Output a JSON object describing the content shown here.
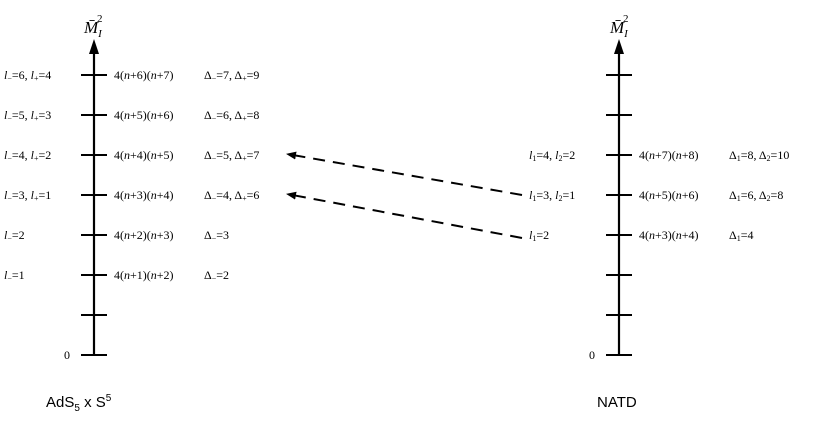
{
  "left_panel": {
    "axis_title": "M̄",
    "axis_title_sup": "2",
    "axis_title_sub": "I",
    "zero_label": "0",
    "footer_main": "AdS",
    "footer_sub": "5",
    "footer_mid": " x S",
    "footer_sup": "5",
    "levels": [
      {
        "quantum": [
          {
            "t": "l",
            "i": true
          },
          {
            "t": "−",
            "s": true
          },
          {
            "t": "=1"
          }
        ],
        "mass": "4(n+1)(n+2)",
        "dims": [
          {
            "t": "Δ"
          },
          {
            "t": "−",
            "s": true
          },
          {
            "t": "=2"
          }
        ]
      },
      {
        "quantum": [
          {
            "t": "l",
            "i": true
          },
          {
            "t": "−",
            "s": true
          },
          {
            "t": "=2"
          }
        ],
        "mass": "4(n+2)(n+3)",
        "dims": [
          {
            "t": "Δ"
          },
          {
            "t": "−",
            "s": true
          },
          {
            "t": "=3"
          }
        ]
      },
      {
        "quantum": [
          {
            "t": "l",
            "i": true
          },
          {
            "t": "−",
            "s": true
          },
          {
            "t": "=3,  "
          },
          {
            "t": "l",
            "i": true
          },
          {
            "t": "+",
            "s": true
          },
          {
            "t": "=1"
          }
        ],
        "mass": "4(n+3)(n+4)",
        "dims": [
          {
            "t": "Δ"
          },
          {
            "t": "−",
            "s": true
          },
          {
            "t": "=4,  "
          },
          {
            "t": "Δ"
          },
          {
            "t": "+",
            "s": true
          },
          {
            "t": "=6"
          }
        ]
      },
      {
        "quantum": [
          {
            "t": "l",
            "i": true
          },
          {
            "t": "−",
            "s": true
          },
          {
            "t": "=4,  "
          },
          {
            "t": "l",
            "i": true
          },
          {
            "t": "+",
            "s": true
          },
          {
            "t": "=2"
          }
        ],
        "mass": "4(n+4)(n+5)",
        "dims": [
          {
            "t": "Δ"
          },
          {
            "t": "−",
            "s": true
          },
          {
            "t": "=5,  "
          },
          {
            "t": "Δ"
          },
          {
            "t": "+",
            "s": true
          },
          {
            "t": "=7"
          }
        ]
      },
      {
        "quantum": [
          {
            "t": "l",
            "i": true
          },
          {
            "t": "−",
            "s": true
          },
          {
            "t": "=5,  "
          },
          {
            "t": "l",
            "i": true
          },
          {
            "t": "+",
            "s": true
          },
          {
            "t": "=3"
          }
        ],
        "mass": "4(n+5)(n+6)",
        "dims": [
          {
            "t": "Δ"
          },
          {
            "t": "−",
            "s": true
          },
          {
            "t": "=6,  "
          },
          {
            "t": "Δ"
          },
          {
            "t": "+",
            "s": true
          },
          {
            "t": "=8"
          }
        ]
      },
      {
        "quantum": [
          {
            "t": "l",
            "i": true
          },
          {
            "t": "−",
            "s": true
          },
          {
            "t": "=6,  "
          },
          {
            "t": "l",
            "i": true
          },
          {
            "t": "+",
            "s": true
          },
          {
            "t": "=4"
          }
        ],
        "mass": "4(n+6)(n+7)",
        "dims": [
          {
            "t": "Δ"
          },
          {
            "t": "−",
            "s": true
          },
          {
            "t": "=7,  "
          },
          {
            "t": "Δ"
          },
          {
            "t": "+",
            "s": true
          },
          {
            "t": "=9"
          }
        ]
      }
    ]
  },
  "right_panel": {
    "axis_title": "M̄",
    "axis_title_sup": "2",
    "axis_title_sub": "I",
    "zero_label": "0",
    "footer": "NATD",
    "levels": [
      {
        "quantum": [],
        "mass": "",
        "dims": []
      },
      {
        "quantum": [
          {
            "t": "l",
            "i": true
          },
          {
            "t": "1",
            "s": true
          },
          {
            "t": "=2"
          }
        ],
        "mass": "4(n+3)(n+4)",
        "dims": [
          {
            "t": "Δ"
          },
          {
            "t": "1",
            "s": true
          },
          {
            "t": "=4"
          }
        ]
      },
      {
        "quantum": [
          {
            "t": "l",
            "i": true
          },
          {
            "t": "1",
            "s": true
          },
          {
            "t": "=3,  "
          },
          {
            "t": "l",
            "i": true
          },
          {
            "t": "2",
            "s": true
          },
          {
            "t": "=1"
          }
        ],
        "mass": "4(n+5)(n+6)",
        "dims": [
          {
            "t": "Δ"
          },
          {
            "t": "1",
            "s": true
          },
          {
            "t": "=6,  "
          },
          {
            "t": "Δ"
          },
          {
            "t": "2",
            "s": true
          },
          {
            "t": "=8"
          }
        ]
      },
      {
        "quantum": [
          {
            "t": "l",
            "i": true
          },
          {
            "t": "1",
            "s": true
          },
          {
            "t": "=4,  "
          },
          {
            "t": "l",
            "i": true
          },
          {
            "t": "2",
            "s": true
          },
          {
            "t": "=2"
          }
        ],
        "mass": "4(n+7)(n+8)",
        "dims": [
          {
            "t": "Δ"
          },
          {
            "t": "1",
            "s": true
          },
          {
            "t": "=8,  "
          },
          {
            "t": "Δ"
          },
          {
            "t": "2",
            "s": true
          },
          {
            "t": "=10"
          }
        ]
      },
      {
        "quantum": [],
        "mass": "",
        "dims": []
      },
      {
        "quantum": [],
        "mass": "",
        "dims": []
      }
    ]
  },
  "connections": [
    {
      "from_level": 2,
      "to_level": 3
    },
    {
      "from_level": 1,
      "to_level": 2
    }
  ]
}
